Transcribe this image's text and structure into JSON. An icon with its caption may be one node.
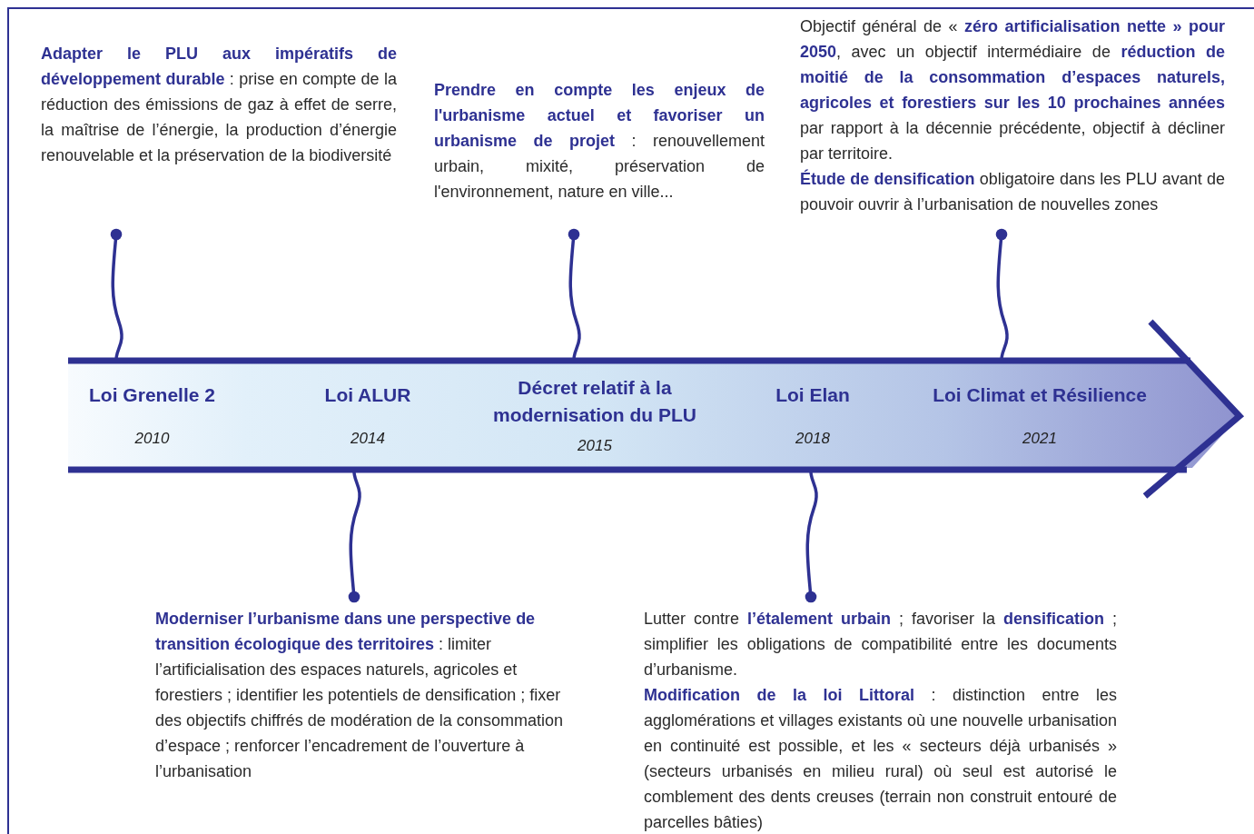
{
  "diagram": {
    "nodes": [
      {
        "text": [
          "**Adapter le PLU aux impératifs de développement durable** : prise en compte de la réduction des émissions de gaz à effet de serre, la maîtrise de l’énergie, la production d’énergie renouvelable et la préservation de la biodiversité"
        ]
      },
      {
        "text": [
          "**Prendre en compte les enjeux de l'urbanisme actuel et favoriser un urbanisme de projet** : renouvellement urbain, mixité, préservation de l'environnement, nature en ville..."
        ]
      },
      {
        "text": [
          "Objectif général de « **zéro artificialisation nette » pour 2050**, avec un objectif intermédiaire de **réduction de moitié de la consommation d’espaces naturels, agricoles et forestiers sur les 10 prochaines années** par rapport à la décennie précédente, objectif à décliner par territoire.",
          "**Étude de densification** obligatoire dans les PLU avant de pouvoir ouvrir à l’urbanisation de nouvelles zones"
        ]
      },
      {
        "text": [],
        "shape": "arrow"
      },
      {
        "text": [
          "Loi Grenelle 2",
          "2010"
        ],
        "in": 3
      },
      {
        "text": [
          "Loi ALUR",
          "2014"
        ],
        "in": 3
      },
      {
        "text": [
          "Décret relatif à la modernisation du PLU",
          "2015"
        ],
        "in": 3
      },
      {
        "text": [
          "Loi Elan",
          "2018"
        ],
        "in": 3
      },
      {
        "text": [
          "Loi Climat et Résilience",
          "2021"
        ],
        "in": 3
      },
      {
        "text": [
          "**Moderniser l’urbanisme dans une perspective de transition écologique des territoires** : limiter l’artificialisation des espaces naturels, agricoles et forestiers ; identifier les potentiels de densification ; fixer des objectifs chiffrés de modération de la consommation d’espace ; renforcer l’encadrement de l’ouverture à l’urbanisation"
        ]
      },
      {
        "text": [
          "Lutter contre **l’étalement urbain** ; favoriser la **densification** ; simplifier les obligations de compatibilité entre les documents d’urbanisme.",
          "**Modification de la loi Littoral** : distinction entre les agglomérations et villages existants où une nouvelle urbanisation en continuité est possible, et les « secteurs déjà urbanisés » (secteurs urbanisés en milieu rural) où seul est autorisé le comblement des dents creuses (terrain non construit entouré de parcelles bâties)"
        ]
      }
    ],
    "edges": [
      {
        "from": 0,
        "to": 4,
        "arrow": "other"
      },
      {
        "from": 1,
        "to": 6,
        "arrow": "other"
      },
      {
        "from": 2,
        "to": 8,
        "arrow": "other"
      },
      {
        "from": 9,
        "to": 5,
        "arrow": "other"
      },
      {
        "from": 10,
        "to": 7,
        "arrow": "other"
      }
    ]
  }
}
